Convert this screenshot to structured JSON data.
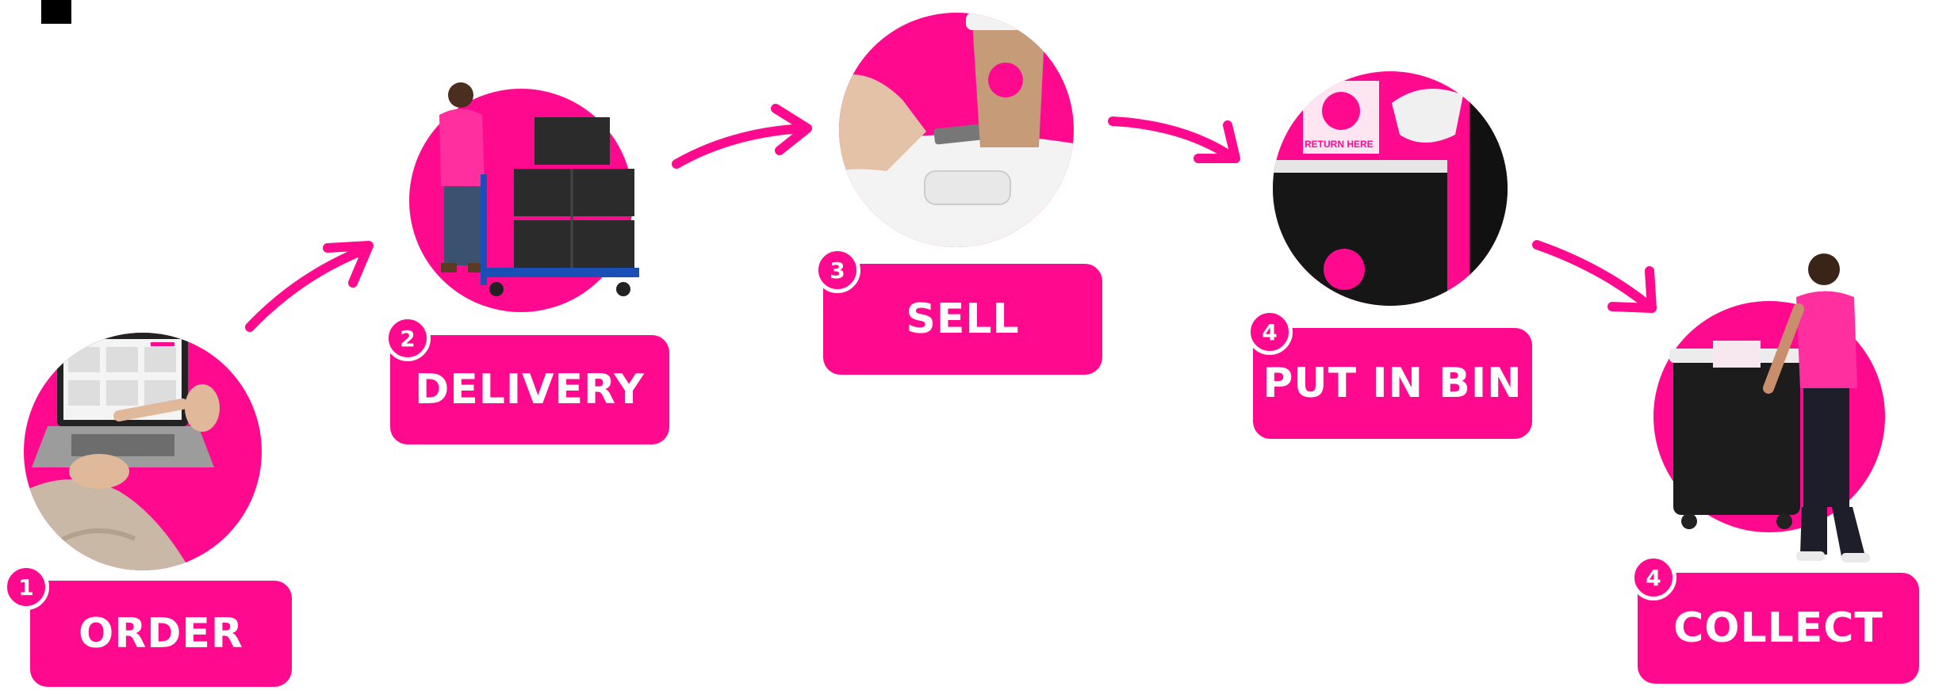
{
  "steps": [
    {
      "number": "1",
      "label": "ORDER"
    },
    {
      "number": "2",
      "label": "DELIVERY"
    },
    {
      "number": "3",
      "label": "SELL"
    },
    {
      "number": "4",
      "label": "PUT IN BIN"
    },
    {
      "number": "4",
      "label": "COLLECT"
    }
  ],
  "bin_sign_text": "RETURN HERE",
  "brand_color": "#ff0a8e"
}
